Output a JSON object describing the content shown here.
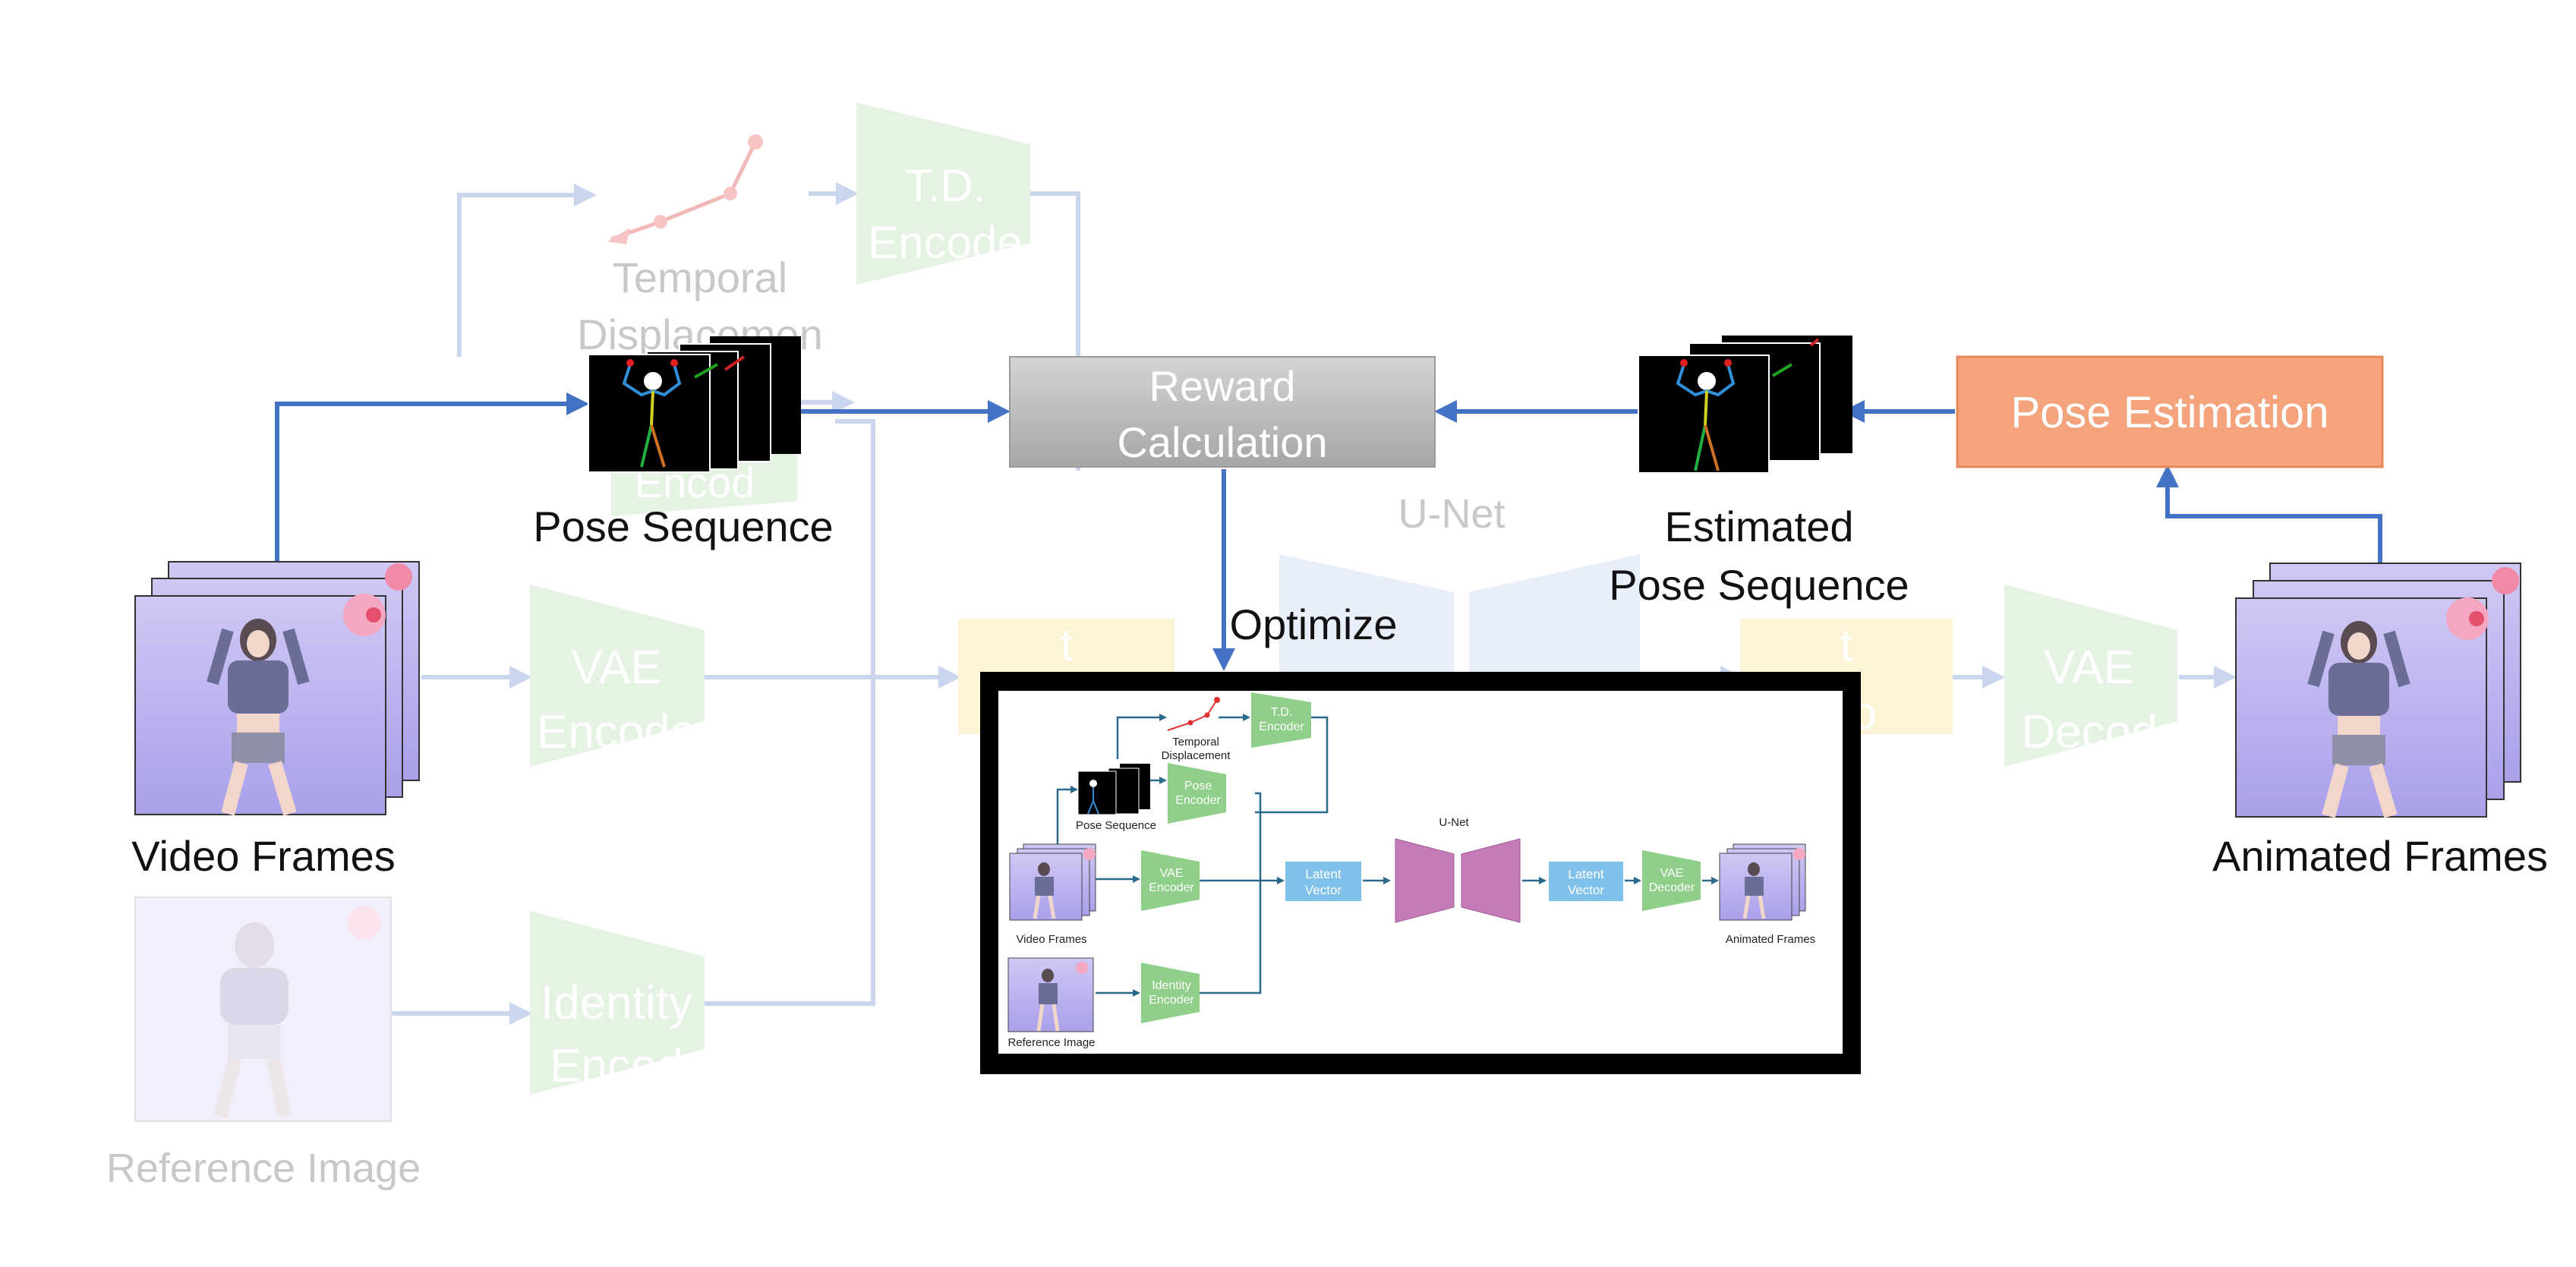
{
  "faded": {
    "temporal_label_line1": "Temporal",
    "temporal_label_line2": "Displacemen",
    "td_encoder_line1": "T.D.",
    "td_encoder_line2": "Encode",
    "pose_encoder_partial": "Encod",
    "vae_encoder_line1": "VAE",
    "vae_encoder_line2": "Encode",
    "identity_encoder_line1": "Identity",
    "identity_encoder_line2": "Encod",
    "latent_left": "t",
    "latent_right_line1": "t",
    "latent_right_line2": "cto",
    "unet_label": "U-Net",
    "vae_decoder_line1": "VAE",
    "vae_decoder_line2": "Decod",
    "reference_image_label": "Reference Image"
  },
  "main": {
    "pose_sequence_label": "Pose Sequence",
    "reward_line1": "Reward",
    "reward_line2": "Calculation",
    "estimated_line1": "Estimated",
    "estimated_line2": "Pose Sequence",
    "pose_estimation_label": "Pose Estimation",
    "optimize_label": "Optimize",
    "video_frames_label": "Video Frames",
    "animated_frames_label": "Animated Frames"
  },
  "inset": {
    "td_line1": "T.D.",
    "td_line2": "Encoder",
    "temporal_line1": "Temporal",
    "temporal_line2": "Displacement",
    "pose_enc_line1": "Pose",
    "pose_enc_line2": "Encoder",
    "pose_sequence_label": "Pose Sequence",
    "unet_label": "U-Net",
    "vae_enc_line1": "VAE",
    "vae_enc_line2": "Encoder",
    "latent1_line1": "Latent",
    "latent1_line2": "Vector",
    "latent2_line1": "Latent",
    "latent2_line2": "Vector",
    "vae_dec_line1": "VAE",
    "vae_dec_line2": "Decoder",
    "video_frames_label": "Video Frames",
    "animated_frames_label": "Animated Frames",
    "identity_line1": "Identity",
    "identity_line2": "Encoder",
    "reference_image_label": "Reference Image"
  },
  "colors": {
    "arrow_blue": "#4472c4",
    "faded_arrow": "#c9d6ee",
    "reward_fill": "#bfbfbf",
    "pose_estimation_fill": "#f4a37c",
    "green_fill": "#8fcf8a",
    "latent_fill": "#7fc1ea",
    "unet_fill": "#c47bb8",
    "frame_lavender": "#b8b0ee"
  }
}
